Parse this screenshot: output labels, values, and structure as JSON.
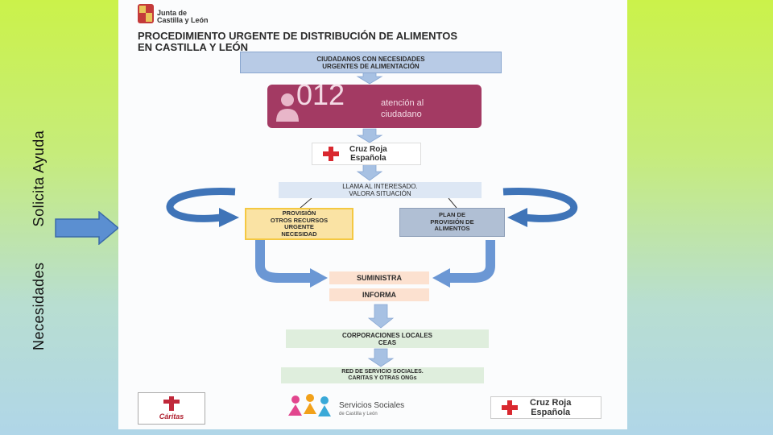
{
  "sidebar": {
    "word1": "Necesidades",
    "word2": "Solicita Ayuda"
  },
  "header": {
    "org_line1": "Junta de",
    "org_line2": "Castilla y León",
    "title_line1": "PROCEDIMIENTO URGENTE DE DISTRIBUCIÓN DE ALIMENTOS",
    "title_line2": "EN CASTILLA Y LEÓN"
  },
  "flow": {
    "ciudadanos_line1": "CIUDADANOS CON NECESIDADES",
    "ciudadanos_line2": "URGENTES DE ALIMENTACIÓN",
    "service_number": "012",
    "service_text_line1": "atención al",
    "service_text_line2": "ciudadano",
    "cruz_roja_line1": "Cruz Roja",
    "cruz_roja_line2": "Española",
    "llama_line1": "LLAMA AL INTERESADO.",
    "llama_line2": "VALORA SITUACIÓN",
    "provision_line1": "PROVISIÓN",
    "provision_line2": "OTROS RECURSOS",
    "provision_line3": "URGENTE",
    "provision_line4": "NECESIDAD",
    "plan_line1": "PLAN DE",
    "plan_line2": "PROVISIÓN DE",
    "plan_line3": "ALIMENTOS",
    "suministra": "SUMINISTRA",
    "informa": "INFORMA",
    "corporaciones_line1": "CORPORACIONES LOCALES",
    "corporaciones_line2": "CEAS",
    "red_line1": "RED DE SERVICIO SOCIALES.",
    "red_line2": "CARITAS Y OTRAS ONGs"
  },
  "footer": {
    "caritas": "Cáritas",
    "servicios_line1": "Servicios Sociales",
    "servicios_line2": "de Castilla y León",
    "cruz_line1": "Cruz Roja",
    "cruz_line2": "Española"
  },
  "colors": {
    "accent_012": "#a33a63",
    "arrow_blue": "#4a7fc4",
    "cruz_red": "#d9282f"
  }
}
